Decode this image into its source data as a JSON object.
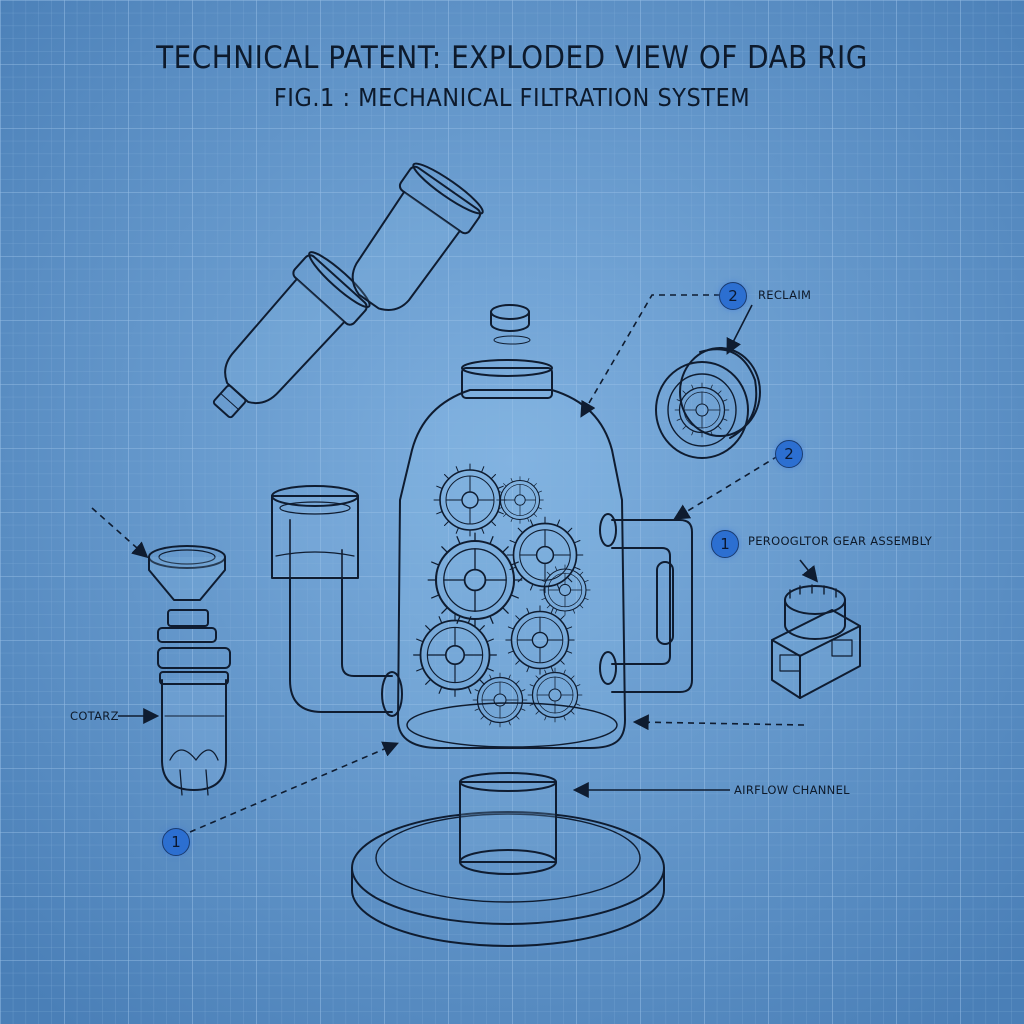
{
  "header": {
    "title": "TECHNICAL PATENT: EXPLODED VIEW OF DAB RIG",
    "subtitle": "FIG.1 : MECHANICAL FILTRATION SYSTEM"
  },
  "labels": {
    "reclaim": "RECLAIM",
    "gear_assembly": "PEROOGLTOR GEAR ASSEMBLY",
    "quartz": "COTARZ",
    "airflow": "AIRFLOW CHANNEL"
  },
  "badges": {
    "reclaim_badge": "2",
    "side_arm_badge": "2",
    "gear_badge": "1",
    "base_badge": "1"
  },
  "colors": {
    "paper": "#5f93c8",
    "grid": "#8ab6e2",
    "line": "#0f1c30",
    "badge": "#2c6fd1"
  }
}
